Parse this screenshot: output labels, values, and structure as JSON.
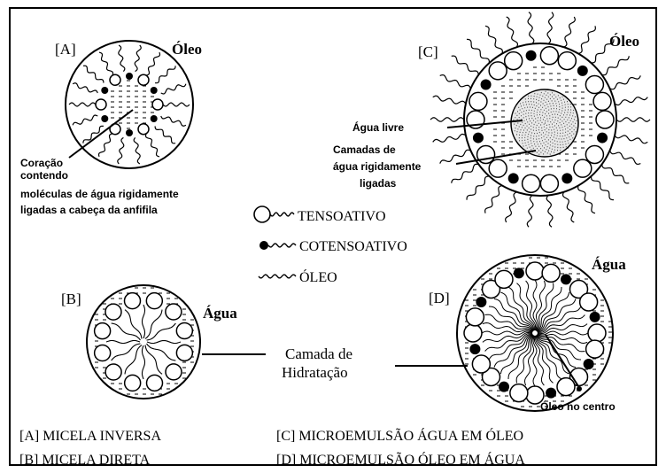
{
  "panels": {
    "a": {
      "tag": "[A]",
      "medium": "Óleo",
      "caption_lines": [
        "Coração",
        "contendo",
        "moléculas de água rigidamente",
        "ligadas a cabeça da anfifila"
      ]
    },
    "b": {
      "tag": "[B]",
      "medium": "Água"
    },
    "c": {
      "tag": "[C]",
      "medium": "Óleo",
      "free_water": "Água livre",
      "bound_layers": [
        "Camadas de",
        "água rigidamente",
        "ligadas"
      ]
    },
    "d": {
      "tag": "[D]",
      "medium": "Água",
      "center_label": "Óleo no centro"
    }
  },
  "hydration_layer": [
    "Camada de",
    "Hidratação"
  ],
  "legend": [
    {
      "symbol": "open-circle-wavy-tail",
      "label": "TENSOATIVO"
    },
    {
      "symbol": "filled-dot-wavy-tail",
      "label": "COTENSOATIVO"
    },
    {
      "symbol": "wavy-line",
      "label": "ÓLEO"
    }
  ],
  "key": [
    "[A] MICELA INVERSA",
    "[B] MICELA DIRETA",
    "[C] MICROEMULSÃO ÁGUA EM ÓLEO",
    "[D] MICROEMULSÃO ÓLEO EM ÁGUA"
  ]
}
